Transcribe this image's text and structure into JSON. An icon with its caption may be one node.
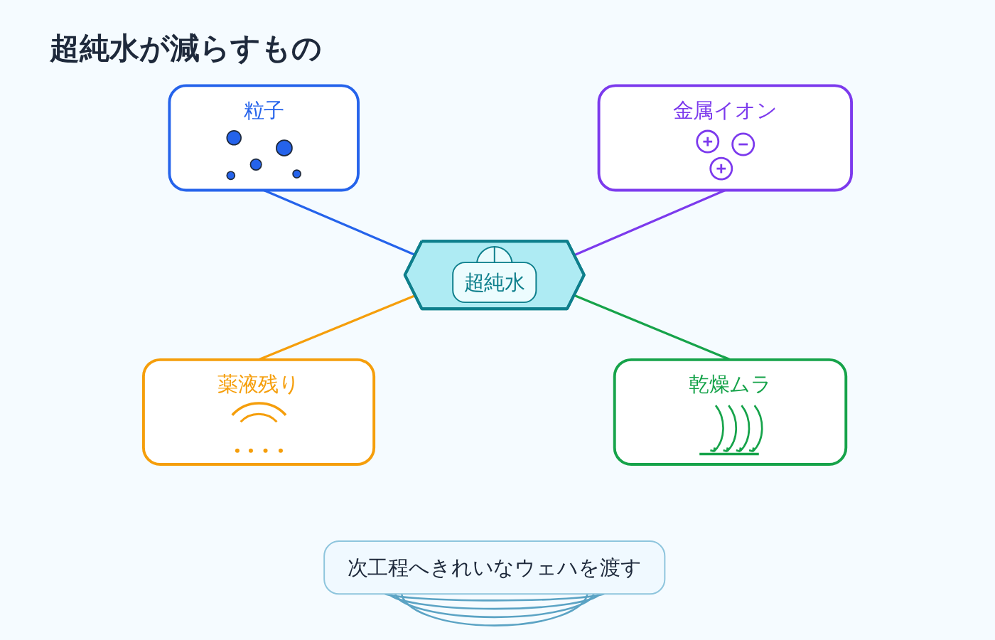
{
  "diagram": {
    "title": "超純水が減らすもの",
    "nodes": [
      {
        "text": [
          "粒子"
        ]
      },
      {
        "text": [
          "金属イオン"
        ]
      },
      {
        "text": [
          "超純水"
        ]
      },
      {
        "text": [
          "薬液残り"
        ]
      },
      {
        "text": [
          "乾燥ムラ"
        ]
      },
      {
        "text": [
          "次工程へきれいなウェハを渡す"
        ]
      }
    ],
    "edges": [
      {
        "from": 0,
        "to": 2,
        "arrow": "none",
        "color": "#2563eb"
      },
      {
        "from": 1,
        "to": 2,
        "arrow": "none",
        "color": "#7c3aed"
      },
      {
        "from": 2,
        "to": 3,
        "arrow": "none",
        "color": "#f59e0b"
      },
      {
        "from": 2,
        "to": 4,
        "arrow": "none",
        "color": "#16a34a"
      }
    ]
  }
}
